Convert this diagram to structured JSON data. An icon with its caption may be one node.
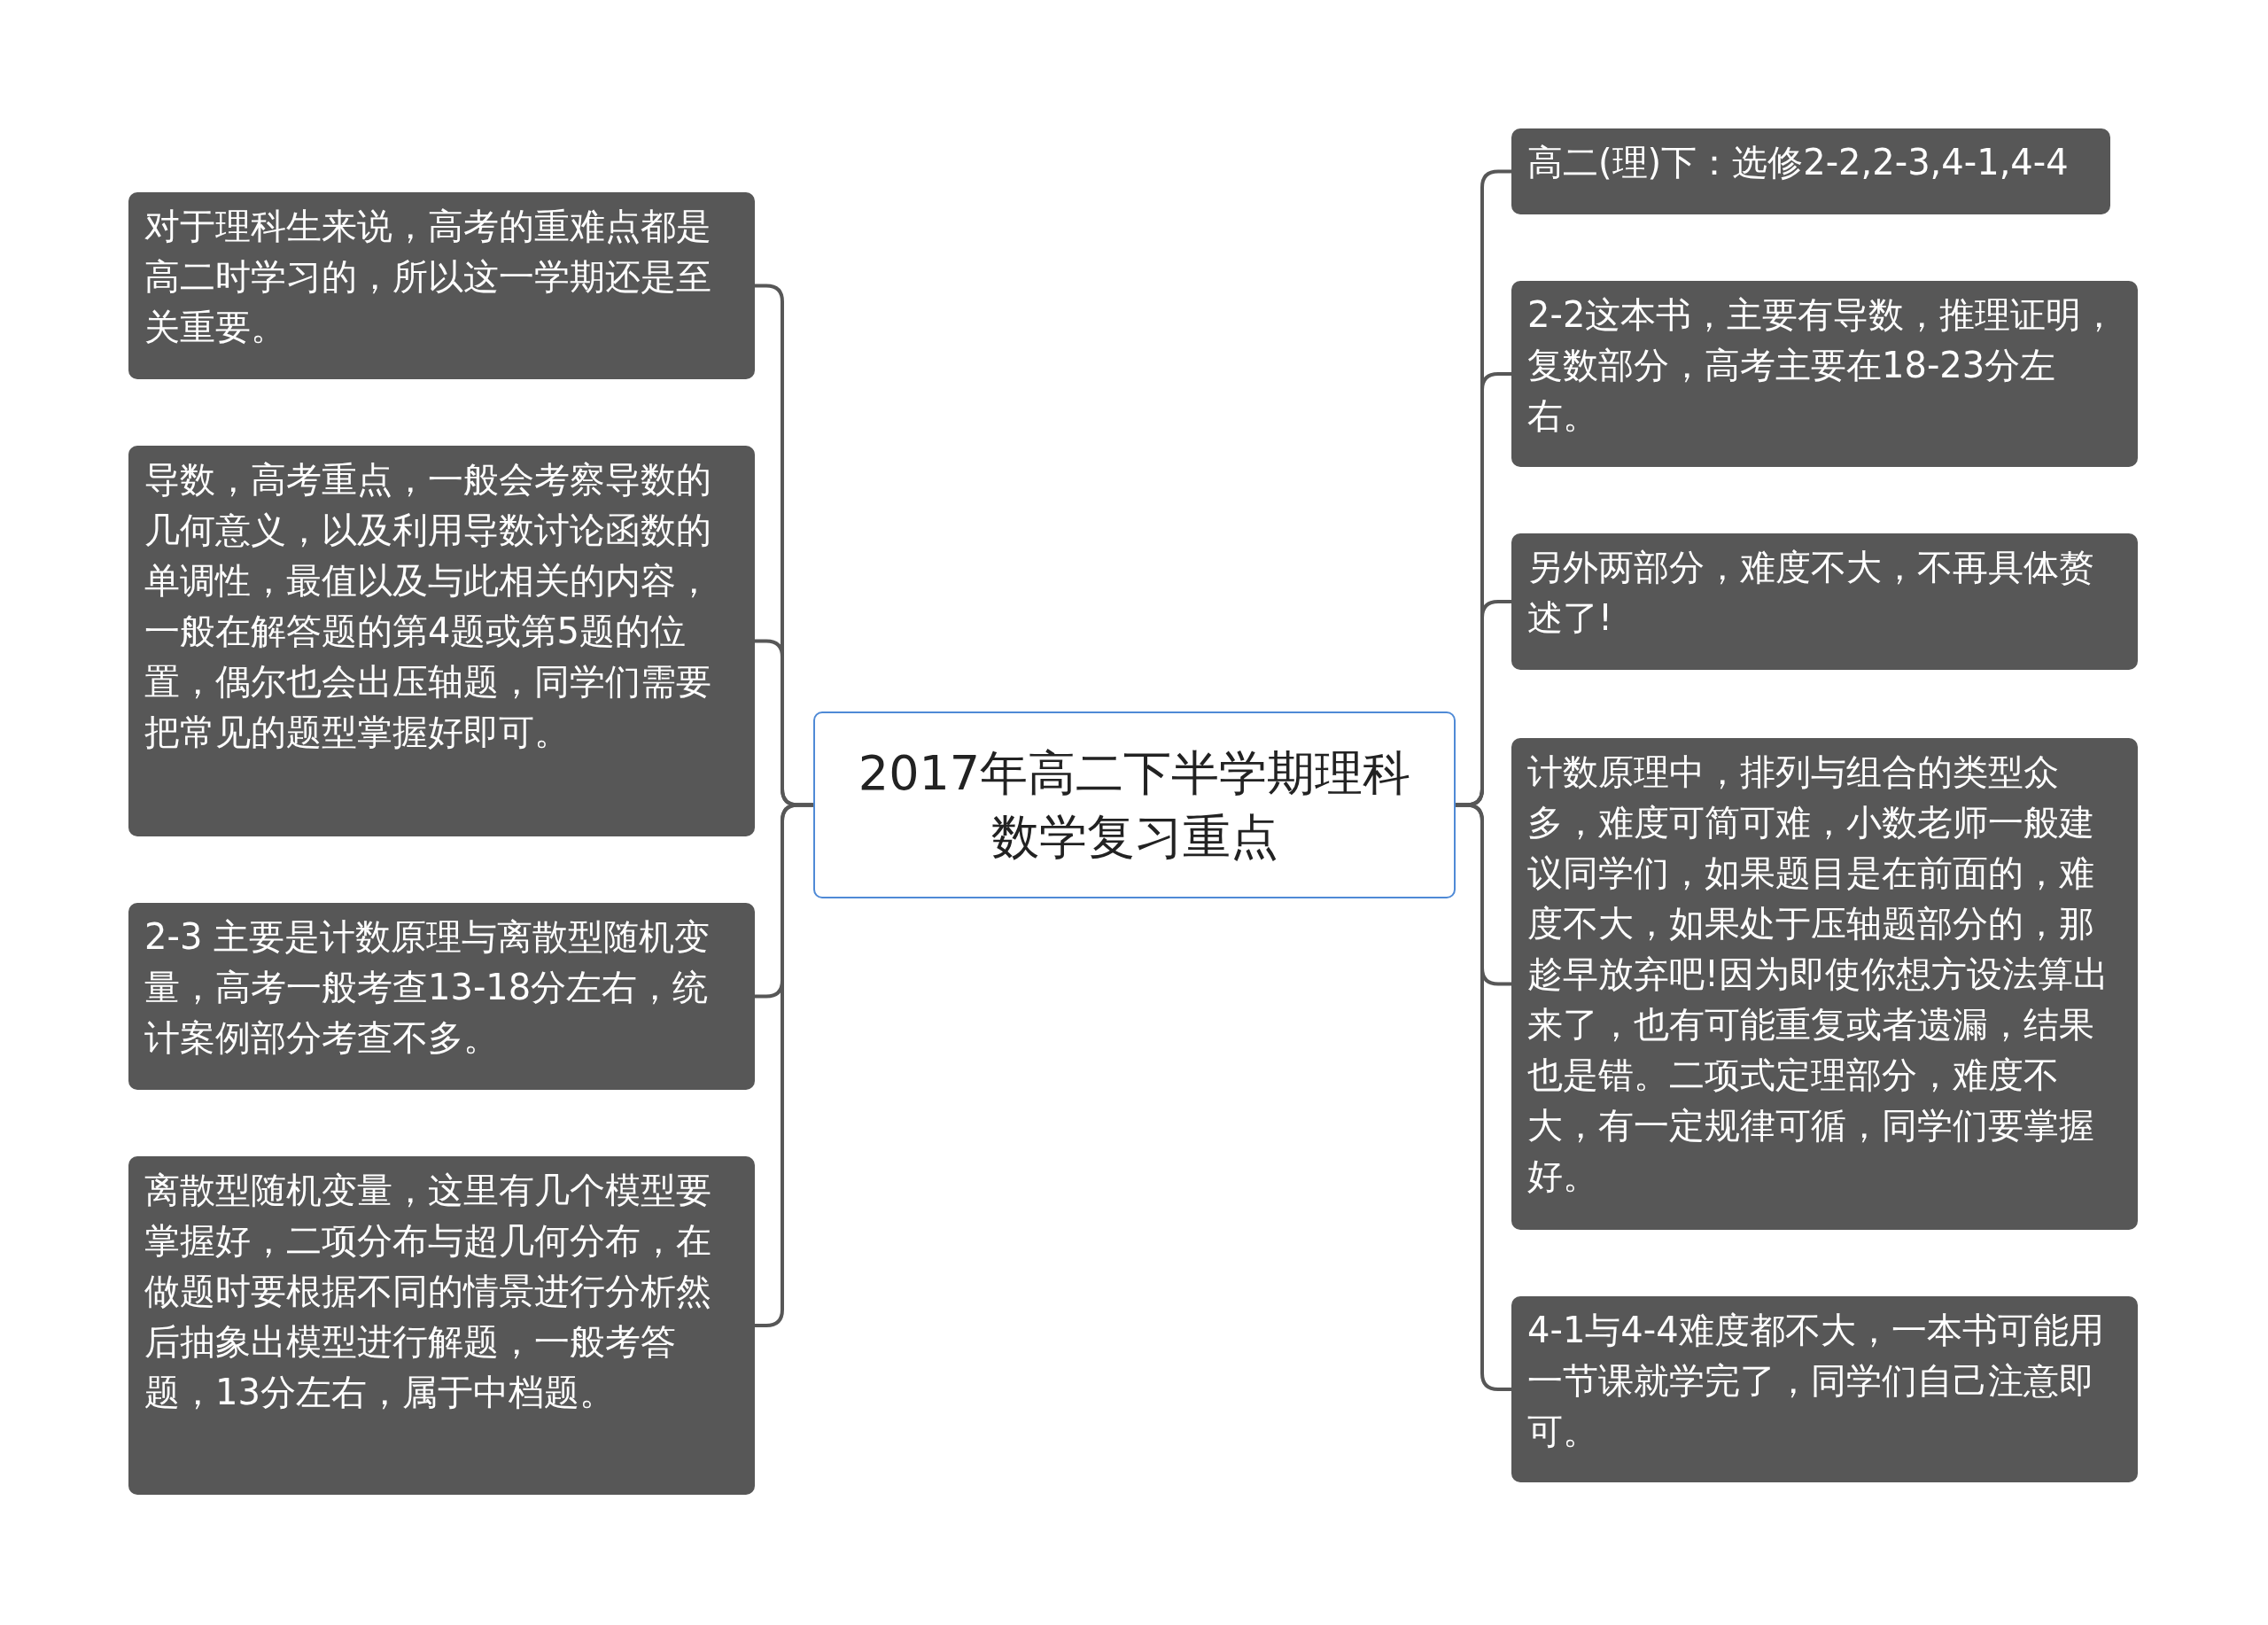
{
  "diagram": {
    "nodes": [
      {
        "text": [
          "2017年高二下半学期理科数学复习重点"
        ]
      },
      {
        "text": [
          "对于理科生来说，高考的重难点都是高二时学习的，所以这一学期还是至关重要。"
        ]
      },
      {
        "text": [
          "导数，高考重点，一般会考察导数的几何意义，以及利用导数讨论函数的单调性，最值以及与此相关的内容，一般在解答题的第4题或第5题的位置，偶尔也会出压轴题，同学们需要把常见的题型掌握好即可。"
        ]
      },
      {
        "text": [
          "2-3 主要是计数原理与离散型随机变量，高考一般考查13-18分左右，统计案例部分考查不多。"
        ]
      },
      {
        "text": [
          "离散型随机变量，这里有几个模型要掌握好，二项分布与超几何分布，在做题时要根据不同的情景进行分析然后抽象出模型进行解题，一般考答题，13分左右，属于中档题。"
        ]
      },
      {
        "text": [
          "高二(理)下：选修2-2,2-3,4-1,4-4"
        ]
      },
      {
        "text": [
          "2-2这本书，主要有导数，推理证明，复数部分，高考主要在18-23分左右。"
        ]
      },
      {
        "text": [
          "另外两部分，难度不大，不再具体赘述了!"
        ]
      },
      {
        "text": [
          "计数原理中，排列与组合的类型众多，难度可简可难，小数老师一般建议同学们，如果题目是在前面的，难度不大，如果处于压轴题部分的，那趁早放弃吧!因为即使你想方设法算出来了，也有可能重复或者遗漏，结果也是错。二项式定理部分，难度不大，有一定规律可循，同学们要掌握好。"
        ]
      },
      {
        "text": [
          "4-1与4-4难度都不大，一本书可能用一节课就学完了，同学们自己注意即可。"
        ]
      }
    ],
    "edges": [
      {
        "from": 0,
        "to": 1,
        "arrow": "none"
      },
      {
        "from": 0,
        "to": 2,
        "arrow": "none"
      },
      {
        "from": 0,
        "to": 3,
        "arrow": "none"
      },
      {
        "from": 0,
        "to": 4,
        "arrow": "none"
      },
      {
        "from": 0,
        "to": 5,
        "arrow": "none"
      },
      {
        "from": 0,
        "to": 6,
        "arrow": "none"
      },
      {
        "from": 0,
        "to": 7,
        "arrow": "none"
      },
      {
        "from": 0,
        "to": 8,
        "arrow": "none"
      },
      {
        "from": 0,
        "to": 9,
        "arrow": "none"
      }
    ]
  }
}
